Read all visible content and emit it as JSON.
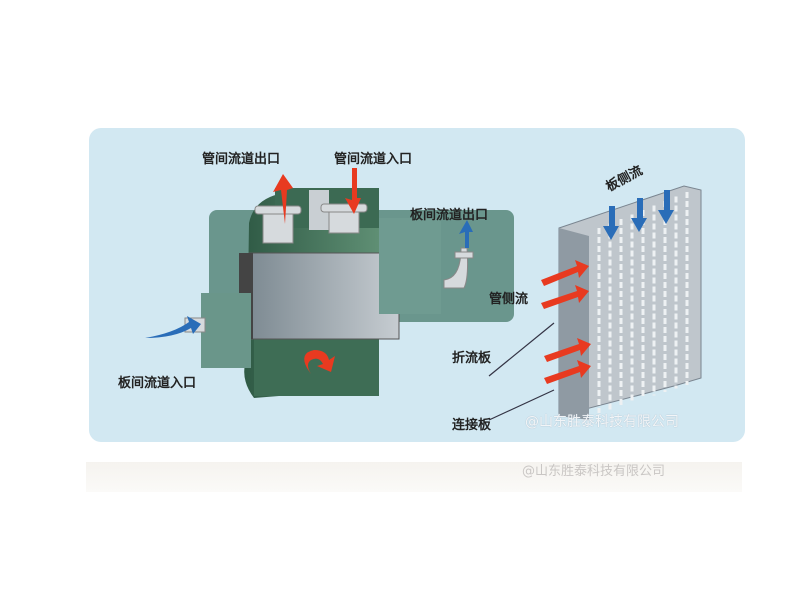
{
  "labels": {
    "tube_outlet": "管间流道出口",
    "tube_inlet": "管间流道入口",
    "plate_outlet": "板间流道出口",
    "plate_inlet": "板间流道入口",
    "plate_side_flow": "板侧流",
    "tube_side_flow": "管侧流",
    "baffle": "折流板",
    "connecting_plate": "连接板"
  },
  "watermark": "@山东胜泰科技有限公司",
  "colors": {
    "background": "#d2e8f2",
    "shell": "#3f6e55",
    "hot_arrow": "#e83a20",
    "cold_arrow": "#2a6db8"
  }
}
